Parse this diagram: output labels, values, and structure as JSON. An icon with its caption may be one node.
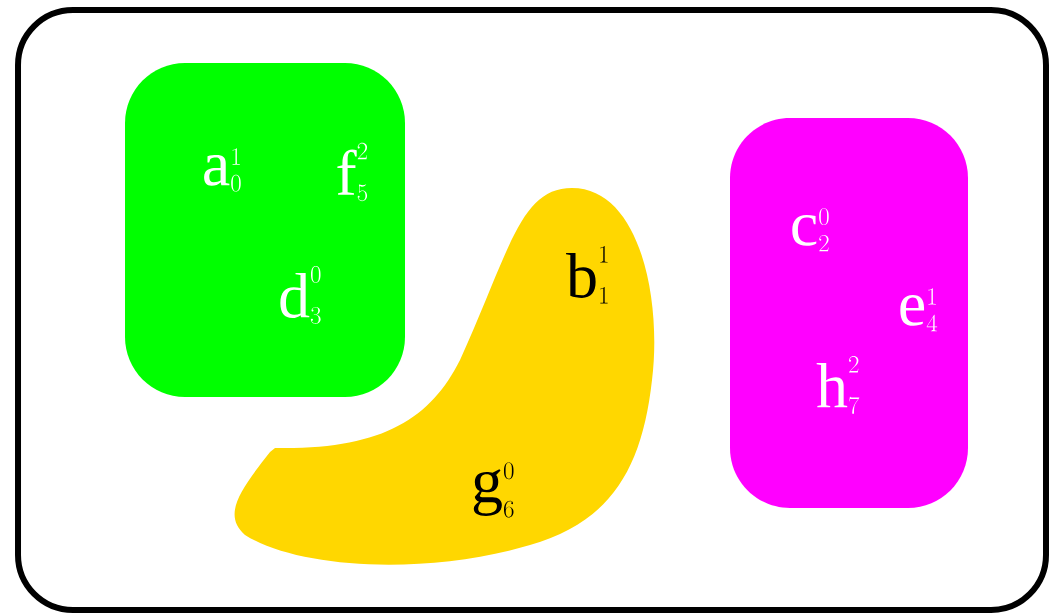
{
  "diagram": {
    "nodes": [
      {
        "text": [],
        "shape": "box"
      },
      {
        "text": [
          "a_0^1",
          "f_5^2",
          "d_3^0"
        ],
        "in": 0
      },
      {
        "text": [
          "b_1^1",
          "g_6^0"
        ],
        "in": 0
      },
      {
        "text": [
          "c_2^0",
          "e_4^1",
          "h_7^2"
        ],
        "in": 0
      }
    ]
  }
}
